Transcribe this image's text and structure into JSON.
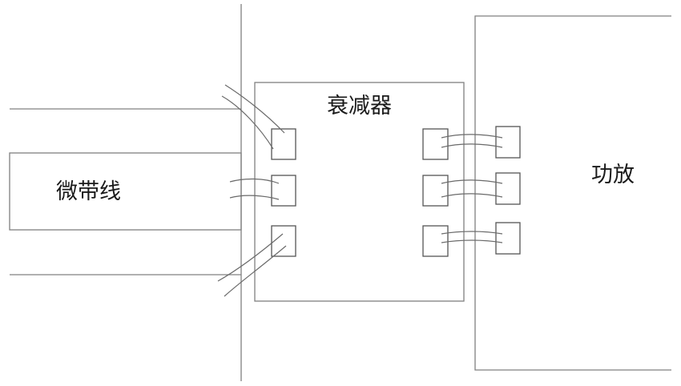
{
  "labels": {
    "microstrip": "微带线",
    "attenuator": "衰减器",
    "amplifier": "功放"
  },
  "colors": {
    "line": "#7a7a7a",
    "pad": "#555555",
    "text": "#1a1a1a"
  }
}
